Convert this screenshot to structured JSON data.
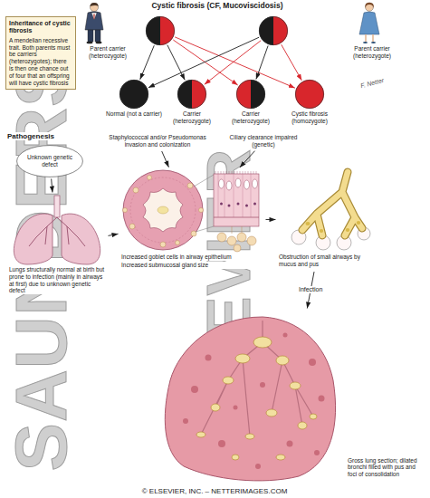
{
  "diagram": {
    "title": "Cystic fibrosis (CF, Mucoviscidosis)",
    "nodes": [
      {
        "text": [
          "Inheritance of cystic fibrosis",
          "A mendelian recessive trait. Both parents must be carriers (heterozygotes); there is then one chance out of four that an offspring will have cystic fibrosis"
        ]
      },
      {
        "text": [
          "Parent carrier (heterozygote)"
        ]
      },
      {
        "text": [
          "Parent carrier (heterozygote)"
        ]
      },
      {
        "text": [
          "Normal (not a carrier)"
        ]
      },
      {
        "text": [
          "Carrier (heterozygote)"
        ]
      },
      {
        "text": [
          "Carrier (heterozygote)"
        ]
      },
      {
        "text": [
          "Cystic fibrosis (homozygote)"
        ]
      },
      {
        "text": [
          "Unknown genetic defect"
        ]
      },
      {
        "text": [
          "Lungs structurally normal at birth but prone to infection (mainly in airways at first) due to unknown genetic defect"
        ]
      },
      {
        "text": [
          "Staphylococcal and/or Pseudomonas invasion and colonization"
        ]
      },
      {
        "text": [
          "Ciliary clearance impaired (genetic)"
        ]
      },
      {
        "text": [
          "Increased goblet cells in airway epithelium",
          "Increased submucosal gland size"
        ]
      },
      {
        "text": [
          "Obstruction of small airways by mucus and pus"
        ]
      },
      {
        "text": [
          "Gross lung section; dilated bronchi filled with pus and foci of consolidation"
        ]
      }
    ],
    "edges": [
      {
        "from": 1,
        "to": 3,
        "arrow": "to"
      },
      {
        "from": 1,
        "to": 4,
        "arrow": "to"
      },
      {
        "from": 1,
        "to": 5,
        "arrow": "to"
      },
      {
        "from": 1,
        "to": 6,
        "arrow": "to"
      },
      {
        "from": 2,
        "to": 3,
        "arrow": "to"
      },
      {
        "from": 2,
        "to": 4,
        "arrow": "to"
      },
      {
        "from": 2,
        "to": 5,
        "arrow": "to"
      },
      {
        "from": 2,
        "to": 6,
        "arrow": "to"
      },
      {
        "from": 7,
        "to": 8,
        "arrow": "to"
      },
      {
        "from": 8,
        "to": 11,
        "arrow": "to"
      },
      {
        "from": 9,
        "to": 11,
        "arrow": "to"
      },
      {
        "from": 10,
        "to": 11,
        "arrow": "to"
      },
      {
        "from": 11,
        "to": 12,
        "arrow": "to"
      },
      {
        "from": 12,
        "to": 13,
        "label": "Infection",
        "arrow": "to"
      }
    ],
    "labels": [
      "Pathogenesis",
      "F. Netter",
      "SAUNDERS",
      "ELSEVIER",
      "© ELSEVIER, INC. – NETTERIMAGES.COM"
    ]
  }
}
